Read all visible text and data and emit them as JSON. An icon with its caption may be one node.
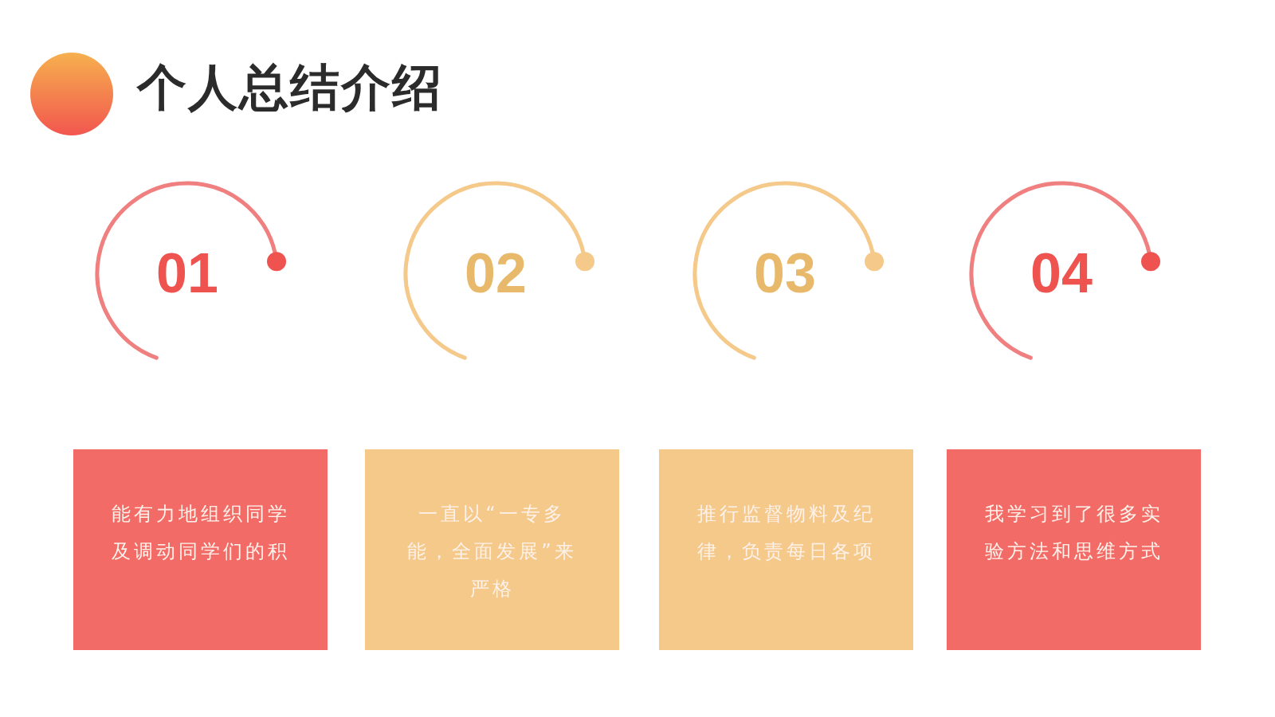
{
  "diagram": {
    "title": "个人总结介绍",
    "nodes": [
      {
        "text": [
          "01"
        ]
      },
      {
        "text": [
          "02"
        ]
      },
      {
        "text": [
          "03"
        ]
      },
      {
        "text": [
          "04"
        ]
      },
      {
        "text": [
          "能有力地组织同学及调动同学们的积"
        ]
      },
      {
        "text": [
          "一直以“一专多能，全面发展”来严格"
        ]
      },
      {
        "text": [
          "推行监督物料及纪律，负责每日各项"
        ]
      },
      {
        "text": [
          "我学习到了很多实验方法和思维方式"
        ]
      }
    ]
  }
}
